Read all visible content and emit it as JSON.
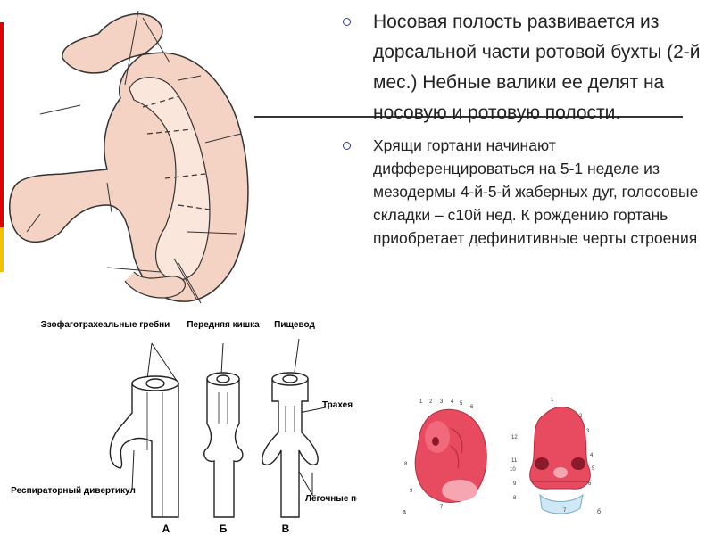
{
  "slide": {
    "bullet1": "Носовая полость развивается из дорсальной части ротовой бухты (2-й мес.) Небные валики ее делят на носовую и ротовую полости.",
    "bullet2": "Хрящи гортани начинают дифференцироваться на 5-1 неделе из мезодермы 4-й-5-й жаберных дуг, голосовые складки – с10й нед. К рождению гортань приобретает дефинитивные черты строения"
  },
  "diagram_labels": {
    "esophagotracheal": "Эзофаготрахеальные гребни",
    "foregut": "Передняя кишка",
    "esophagus": "Пищевод",
    "trachea": "Трахея",
    "respiratory_diverticulum": "Респираторный дивертикул",
    "lung_buds": "Лёгочные почки",
    "stage_a": "А",
    "stage_b": "Б",
    "stage_v": "В"
  },
  "embryo_figures": {
    "left_numbers": [
      "1",
      "2",
      "3",
      "4",
      "5",
      "6",
      "8",
      "9",
      "7"
    ],
    "right_numbers": [
      "1",
      "2",
      "3",
      "4",
      "5",
      "6",
      "7",
      "12",
      "11",
      "10",
      "9",
      "8"
    ],
    "caption_a": "а",
    "caption_b": "б"
  },
  "colors": {
    "embryo_fill": "#f5d3c4",
    "accent_red": "#e00000",
    "accent_yellow": "#f2c200",
    "bullet_marker": "#2b3a8c"
  }
}
